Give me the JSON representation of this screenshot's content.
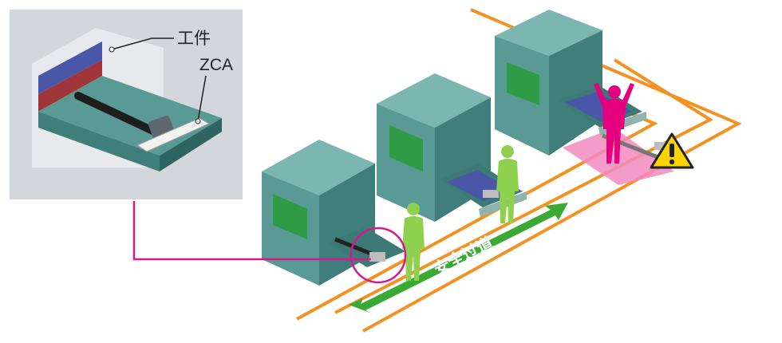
{
  "colors": {
    "machine_face": "#5a9a95",
    "machine_top": "#7cb6b1",
    "machine_side": "#3f7e79",
    "machine_dark": "#2f6561",
    "green_guard": "#2f9b45",
    "orange_line": "#f39222",
    "green_arrow": "#3aaa35",
    "worker_safe": "#8fd14f",
    "worker_danger": "#e4007f",
    "danger_zone": "#f189c0",
    "callout_line": "#d6198f",
    "warning_fill": "#ffd400",
    "inset_bg": "#d3d7dc",
    "workpiece_blue": "#4a56a8",
    "table_red": "#a0353a"
  },
  "callouts": {
    "workpiece_label": "工件",
    "zca_label": "ZCA"
  },
  "lane": {
    "label": "安全过道"
  },
  "icons": {
    "warning": "warning-triangle-icon",
    "worker_safe": "person-icon",
    "worker_danger": "person-alarm-icon"
  }
}
